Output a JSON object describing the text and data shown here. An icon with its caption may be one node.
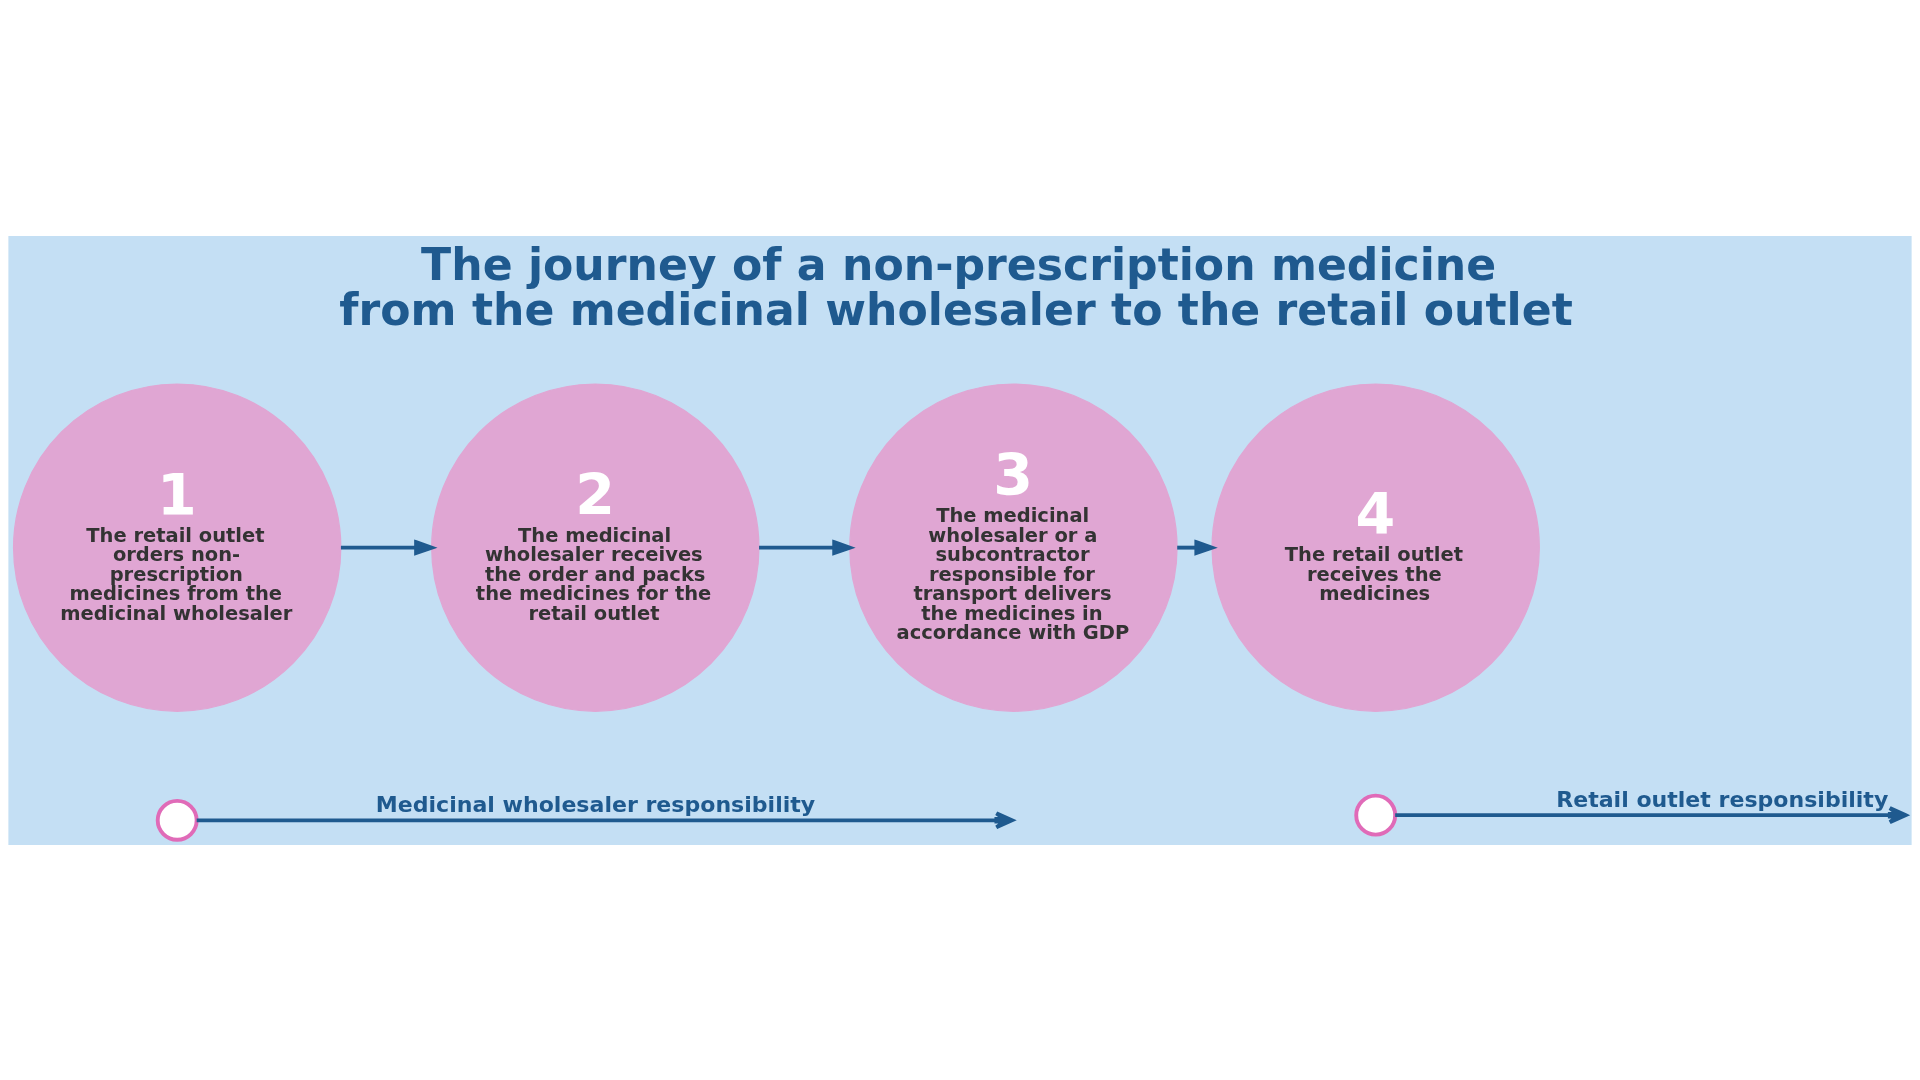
{
  "diagram": {
    "title": "The journey of a non-prescription medicine from the medicinal wholesaler to the retail outlet",
    "nodes": [
      {
        "text": [
          "1",
          "The retail outlet orders non-prescription medicines from the medicinal wholesaler"
        ]
      },
      {
        "text": [
          "2",
          "The medicinal wholesaler receives the order and packs the medicines for the retail outlet"
        ]
      },
      {
        "text": [
          "3",
          "The medicinal wholesaler or a subcontractor responsible for transport delivers the medicines in accordance with GDP"
        ]
      },
      {
        "text": [
          "4",
          "The retail outlet receives the medicines"
        ]
      },
      {
        "text": [],
        "shape": "circle"
      },
      {
        "text": [],
        "shape": "circle"
      }
    ],
    "edges": [
      {
        "from": 0,
        "to": 1,
        "arrow": "to"
      },
      {
        "from": 1,
        "to": 2,
        "arrow": "to"
      },
      {
        "from": 2,
        "to": 3,
        "arrow": "to"
      },
      {
        "from": 4,
        "to": null,
        "arrow": "to",
        "label": "Medicinal wholesaler responsibility"
      },
      {
        "from": 5,
        "to": null,
        "arrow": "to",
        "label": "Retail outlet responsibility"
      }
    ]
  }
}
